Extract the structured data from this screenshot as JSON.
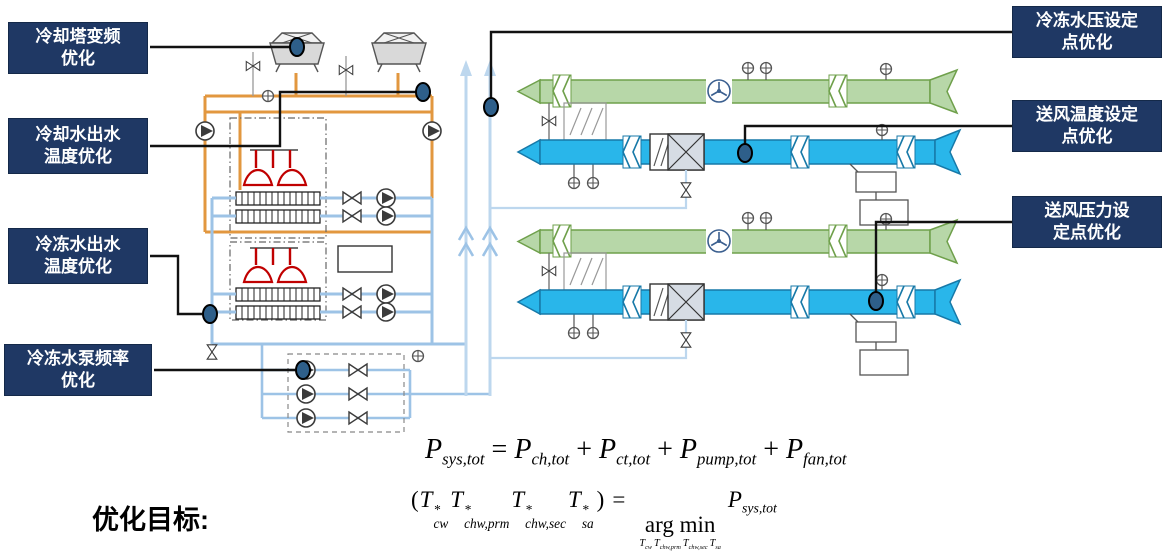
{
  "labels": {
    "left": [
      {
        "line1": "冷却塔变频",
        "line2": "优化"
      },
      {
        "line1": "冷却水出水",
        "line2": "温度优化"
      },
      {
        "line1": "冷冻水出水",
        "line2": "温度优化"
      },
      {
        "line1": "冷冻水泵频率",
        "line2": "优化"
      }
    ],
    "right": [
      {
        "line1": "冷冻水压设定",
        "line2": "点优化"
      },
      {
        "line1": "送风温度设定",
        "line2": "点优化"
      },
      {
        "line1": "送风压力设",
        "line2": "定点优化"
      }
    ]
  },
  "objective_label": "优化目标:",
  "formulas": {
    "line1": [
      {
        "t": "var",
        "v": "P",
        "sub": "sys,tot"
      },
      {
        "t": "op",
        "v": "="
      },
      {
        "t": "var",
        "v": "P",
        "sub": "ch,tot"
      },
      {
        "t": "op",
        "v": "+"
      },
      {
        "t": "var",
        "v": "P",
        "sub": "ct,tot"
      },
      {
        "t": "op",
        "v": "+"
      },
      {
        "t": "var",
        "v": "P",
        "sub": "pump,tot"
      },
      {
        "t": "op",
        "v": "+"
      },
      {
        "t": "var",
        "v": "P",
        "sub": "fan,tot"
      }
    ],
    "line2": [
      {
        "t": "txt",
        "v": "("
      },
      {
        "t": "var",
        "v": "T",
        "sup": "*",
        "sub": "cw"
      },
      {
        "t": "var",
        "v": "T",
        "sup": "*",
        "sub": "chw,prm"
      },
      {
        "t": "var",
        "v": "T",
        "sup": "*",
        "sub": "chw,sec"
      },
      {
        "t": "var",
        "v": "T",
        "sup": "*",
        "sub": "sa"
      },
      {
        "t": "txt",
        "v": ")"
      },
      {
        "t": "op",
        "v": "="
      },
      {
        "t": "underop",
        "v": "arg min",
        "under": [
          {
            "t": "var",
            "v": "T",
            "sub": "cw"
          },
          {
            "t": "var",
            "v": "T",
            "sub": "chw,prm"
          },
          {
            "t": "var",
            "v": "T",
            "sub": "chw,sec"
          },
          {
            "t": "var",
            "v": "T",
            "sub": "sa"
          }
        ]
      },
      {
        "t": "var",
        "v": "P",
        "sub": "sys,tot"
      }
    ]
  },
  "icons": {
    "pump": "circle-with-triangle",
    "valve": "bowtie-check-valve",
    "sensor": "circle-with-cross",
    "fan": "circle-with-blades",
    "cooling_tower": "trapezoid-with-fan-top"
  },
  "colors": {
    "callout_bg": "#1F3864",
    "callout_text": "#FFFFFF",
    "connector": "#000000",
    "dot_fill": "#2E5F8A",
    "condenser_pipe": "#E2973F",
    "chilled_pipe": "#9DC3E6",
    "riser_pipe": "#BDD7EE",
    "refrigerant": "#C00000",
    "return_duct": "#B7D7A8",
    "return_duct_edge": "#6FA04B",
    "supply_duct": "#29B6EA",
    "supply_duct_edge": "#1779A8"
  }
}
